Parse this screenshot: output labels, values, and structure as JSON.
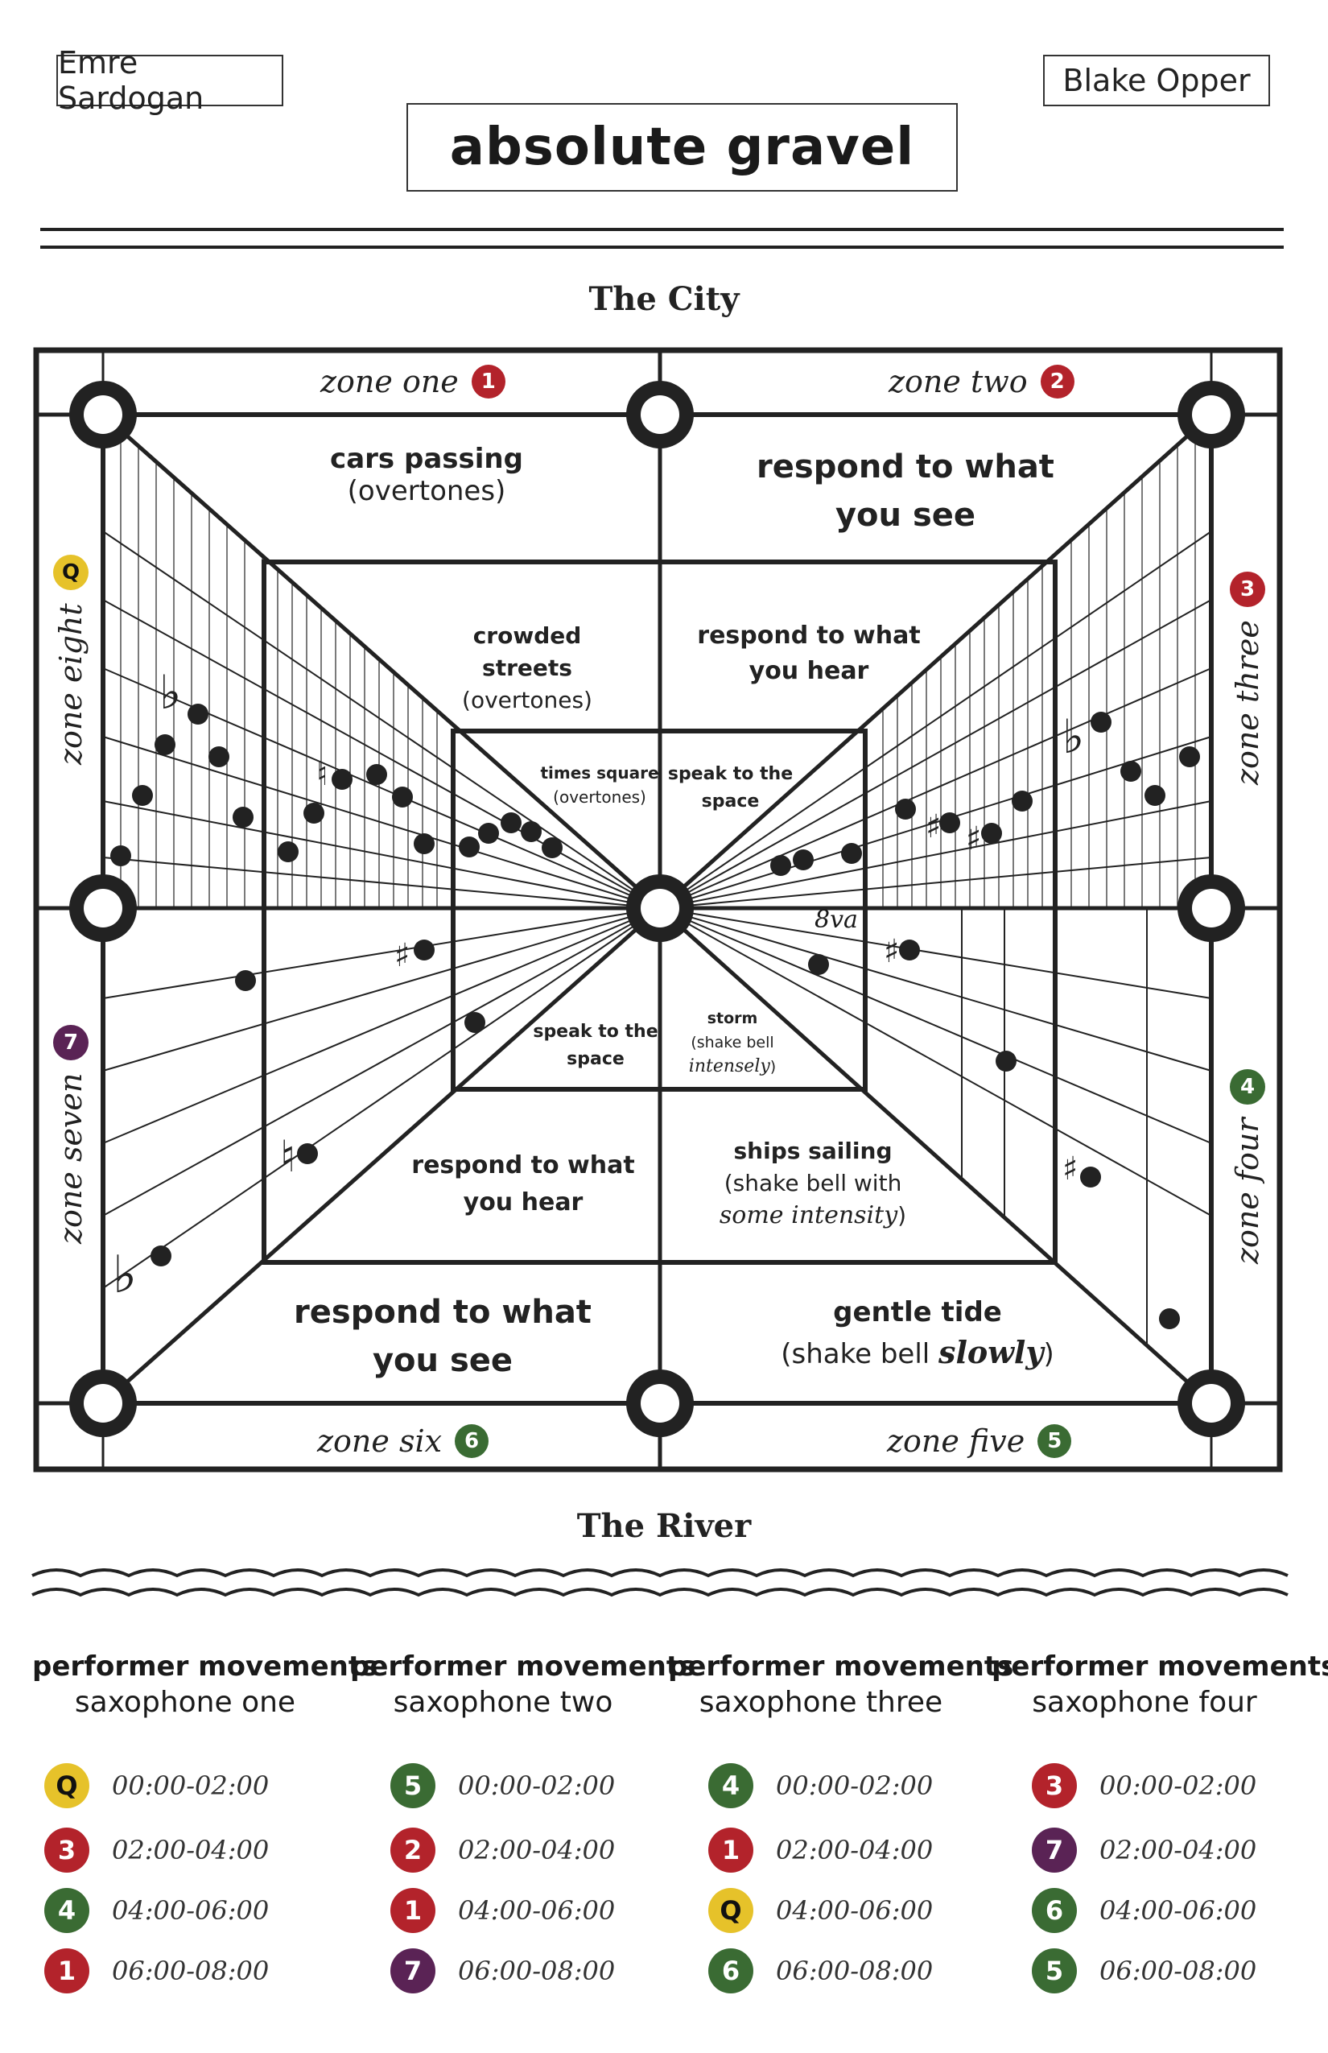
{
  "header": {
    "composer_left": "Emre Sardogan",
    "composer_right": "Blake Opper",
    "title": "absolute gravel"
  },
  "sections": {
    "top": "The City",
    "bottom": "The River"
  },
  "colors": {
    "red": "#b3232b",
    "green": "#3a6b33",
    "purple": "#5a2355",
    "yellow": "#e6c22a",
    "ink": "#222222"
  },
  "zones": {
    "one": {
      "label": "zone one",
      "badge": "1"
    },
    "two": {
      "label": "zone two",
      "badge": "2"
    },
    "three": {
      "label": "zone three",
      "badge": "3"
    },
    "four": {
      "label": "zone four",
      "badge": "4"
    },
    "five": {
      "label": "zone five",
      "badge": "5"
    },
    "six": {
      "label": "zone six",
      "badge": "6"
    },
    "seven": {
      "label": "zone seven",
      "badge": "7"
    },
    "eight": {
      "label": "zone eight",
      "badge": "Q"
    }
  },
  "cells": {
    "outer_tl": {
      "bold": "cars passing",
      "note": "(overtones)"
    },
    "outer_tr": {
      "bold": "respond to what you see"
    },
    "mid_tl": {
      "bold": "crowded streets",
      "note": "(overtones)"
    },
    "mid_tr": {
      "bold": "respond to what you hear"
    },
    "inner_tl": {
      "bold": "times square",
      "note": "(overtones)"
    },
    "inner_tr": {
      "bold": "speak to the space"
    },
    "inner_bl": {
      "bold": "speak to the space"
    },
    "inner_br": {
      "bold": "storm",
      "note": "(shake bell",
      "emph": "intensely",
      "close": ")"
    },
    "mid_bl": {
      "bold": "respond to what you hear"
    },
    "mid_br": {
      "bold": "ships sailing",
      "note": "(shake bell with",
      "emph": "some intensity",
      "close": ")"
    },
    "outer_bl": {
      "bold": "respond to what you see"
    },
    "outer_br": {
      "bold": "gentle tide",
      "note": "(shake bell",
      "emph": "slowly",
      "close": ")"
    }
  },
  "octave_mark": "8va",
  "performers": [
    {
      "header": "performer movements",
      "instrument": "saxophone one",
      "moves": [
        {
          "badge": "Q",
          "color": "yellow",
          "time": "00:00-02:00"
        },
        {
          "badge": "3",
          "color": "red",
          "time": "02:00-04:00"
        },
        {
          "badge": "4",
          "color": "green",
          "time": "04:00-06:00"
        },
        {
          "badge": "1",
          "color": "red",
          "time": "06:00-08:00"
        }
      ]
    },
    {
      "header": "performer movements",
      "instrument": "saxophone two",
      "moves": [
        {
          "badge": "5",
          "color": "green",
          "time": "00:00-02:00"
        },
        {
          "badge": "2",
          "color": "red",
          "time": "02:00-04:00"
        },
        {
          "badge": "1",
          "color": "red",
          "time": "04:00-06:00"
        },
        {
          "badge": "7",
          "color": "purple",
          "time": "06:00-08:00"
        }
      ]
    },
    {
      "header": "performer movements",
      "instrument": "saxophone three",
      "moves": [
        {
          "badge": "4",
          "color": "green",
          "time": "00:00-02:00"
        },
        {
          "badge": "1",
          "color": "red",
          "time": "02:00-04:00"
        },
        {
          "badge": "Q",
          "color": "yellow",
          "time": "04:00-06:00"
        },
        {
          "badge": "6",
          "color": "green",
          "time": "06:00-08:00"
        }
      ]
    },
    {
      "header": "performer movements",
      "instrument": "saxophone four",
      "moves": [
        {
          "badge": "3",
          "color": "red",
          "time": "00:00-02:00"
        },
        {
          "badge": "7",
          "color": "purple",
          "time": "02:00-04:00"
        },
        {
          "badge": "6",
          "color": "green",
          "time": "04:00-06:00"
        },
        {
          "badge": "5",
          "color": "green",
          "time": "06:00-08:00"
        }
      ]
    }
  ]
}
